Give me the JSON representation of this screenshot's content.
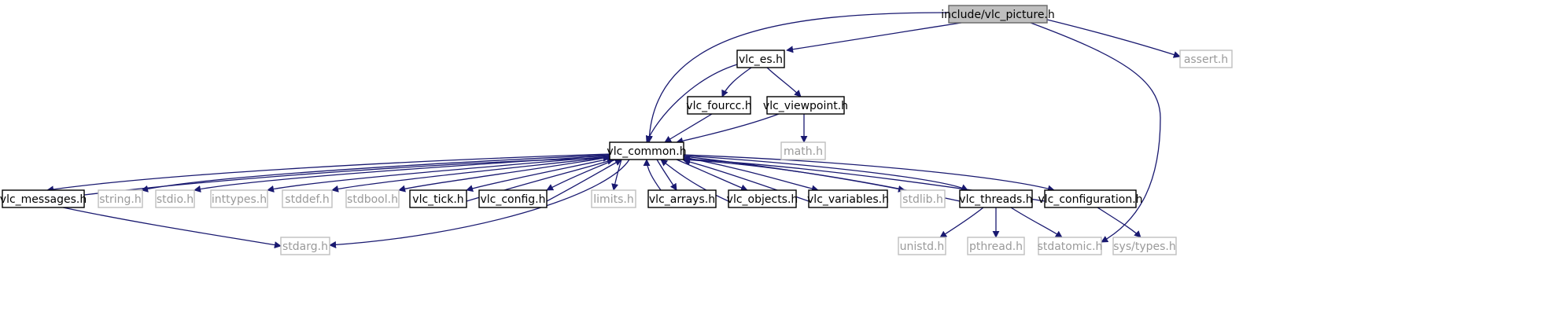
{
  "graph": {
    "edge_color": "#191970",
    "nodes": [
      {
        "id": "vlc_picture",
        "label": "include/vlc_picture.h",
        "kind": "root"
      },
      {
        "id": "vlc_es",
        "label": "vlc_es.h",
        "kind": "local"
      },
      {
        "id": "assert",
        "label": "assert.h",
        "kind": "external"
      },
      {
        "id": "vlc_fourcc",
        "label": "vlc_fourcc.h",
        "kind": "local"
      },
      {
        "id": "vlc_viewpoint",
        "label": "vlc_viewpoint.h",
        "kind": "local"
      },
      {
        "id": "vlc_common",
        "label": "vlc_common.h",
        "kind": "local"
      },
      {
        "id": "math",
        "label": "math.h",
        "kind": "external"
      },
      {
        "id": "vlc_messages",
        "label": "vlc_messages.h",
        "kind": "local"
      },
      {
        "id": "string",
        "label": "string.h",
        "kind": "external"
      },
      {
        "id": "stdio",
        "label": "stdio.h",
        "kind": "external"
      },
      {
        "id": "inttypes",
        "label": "inttypes.h",
        "kind": "external"
      },
      {
        "id": "stddef",
        "label": "stddef.h",
        "kind": "external"
      },
      {
        "id": "stdbool",
        "label": "stdbool.h",
        "kind": "external"
      },
      {
        "id": "vlc_tick",
        "label": "vlc_tick.h",
        "kind": "local"
      },
      {
        "id": "vlc_config",
        "label": "vlc_config.h",
        "kind": "local"
      },
      {
        "id": "limits",
        "label": "limits.h",
        "kind": "external"
      },
      {
        "id": "vlc_arrays",
        "label": "vlc_arrays.h",
        "kind": "local"
      },
      {
        "id": "vlc_objects",
        "label": "vlc_objects.h",
        "kind": "local"
      },
      {
        "id": "vlc_variables",
        "label": "vlc_variables.h",
        "kind": "local"
      },
      {
        "id": "stdlib",
        "label": "stdlib.h",
        "kind": "external"
      },
      {
        "id": "vlc_threads",
        "label": "vlc_threads.h",
        "kind": "local"
      },
      {
        "id": "vlc_configuration",
        "label": "vlc_configuration.h",
        "kind": "local"
      },
      {
        "id": "stdarg",
        "label": "stdarg.h",
        "kind": "external"
      },
      {
        "id": "unistd",
        "label": "unistd.h",
        "kind": "external"
      },
      {
        "id": "pthread",
        "label": "pthread.h",
        "kind": "external"
      },
      {
        "id": "stdatomic",
        "label": "stdatomic.h",
        "kind": "external"
      },
      {
        "id": "sys_types",
        "label": "sys/types.h",
        "kind": "external"
      }
    ]
  }
}
